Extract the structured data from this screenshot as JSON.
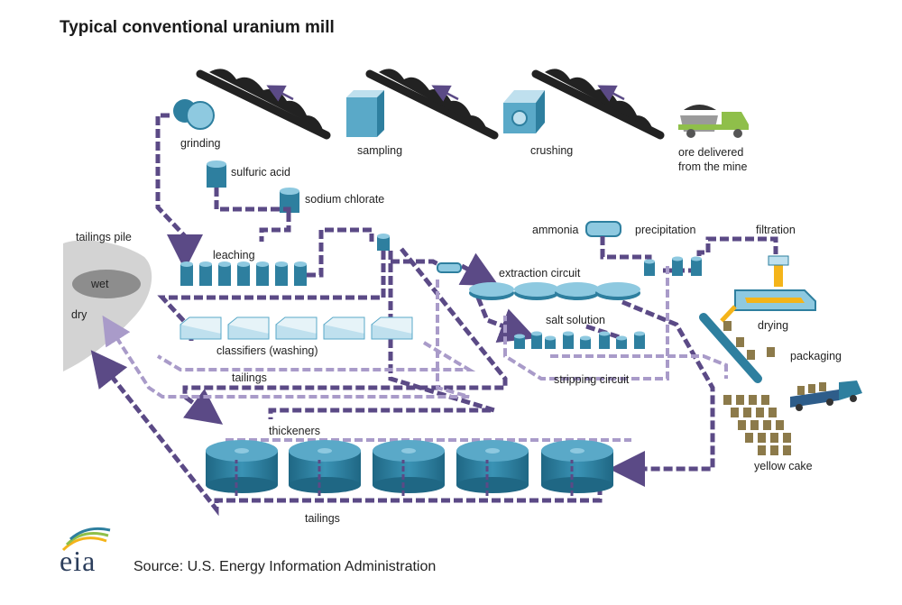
{
  "title": "Typical conventional uranium mill",
  "source": "Source: U.S. Energy Information Administration",
  "logo_text": "eia",
  "labels": {
    "grinding": "grinding",
    "sampling": "sampling",
    "crushing": "crushing",
    "ore_delivered_1": "ore delivered",
    "ore_delivered_2": "from the mine",
    "sulfuric_acid": "sulfuric acid",
    "sodium_chlorate": "sodium chlorate",
    "tailings_pile": "tailings pile",
    "wet": "wet",
    "dry": "dry",
    "leaching": "leaching",
    "classifiers": "classifiers (washing)",
    "tailings_upper": "tailings",
    "thickeners": "thickeners",
    "tailings_lower": "tailings",
    "ammonia": "ammonia",
    "precipitation": "precipitation",
    "filtration": "filtration",
    "extraction_circuit": "extraction circuit",
    "salt_solution": "salt solution",
    "stripping_circuit": "stripping circuit",
    "drying": "drying",
    "packaging": "packaging",
    "yellow_cake": "yellow cake"
  },
  "colors": {
    "flow_dark": "#5b4a86",
    "flow_light": "#a99bc9",
    "equipment": "#2e7f9f",
    "equipment_light": "#bfe0ee",
    "tailings_pile": "#d3d3d3",
    "wet_zone": "#8d8d8d",
    "truck": "#8fbf4a",
    "yellowcake": "#f4b41a",
    "drum": "#8c7a4a"
  }
}
